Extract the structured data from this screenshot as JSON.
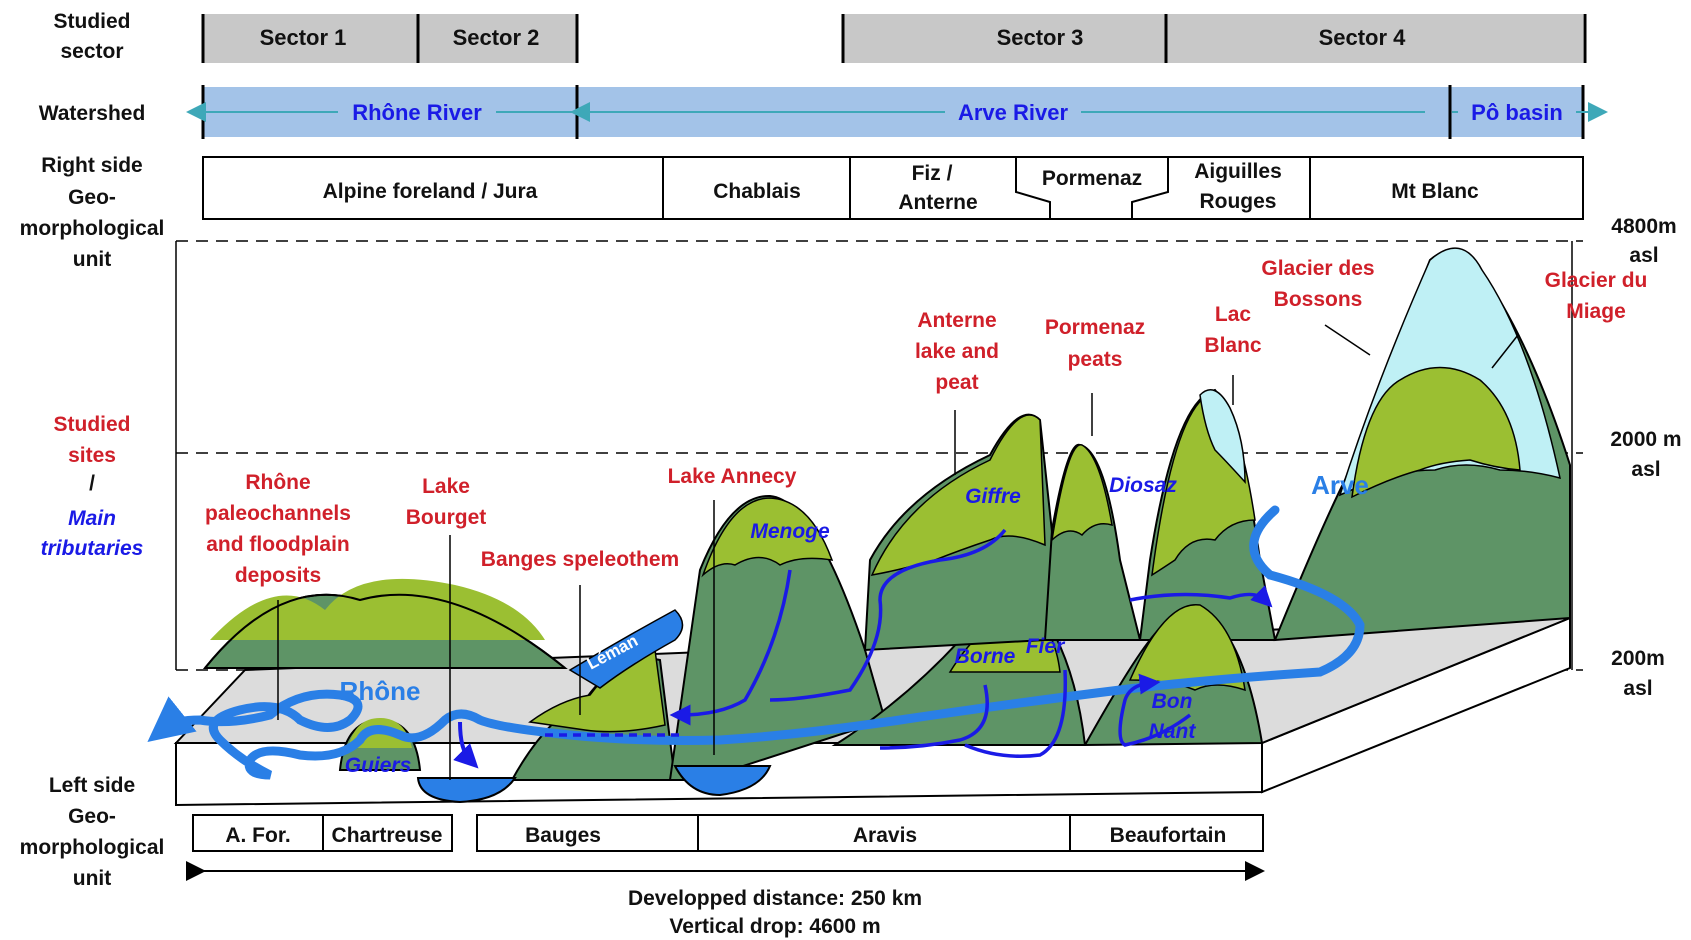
{
  "row_labels": {
    "studied_sector": [
      "Studied",
      "sector"
    ],
    "watershed": "Watershed",
    "right_side": [
      "Right side",
      "Geo-",
      "morphological",
      "unit"
    ],
    "studied_sites": [
      "Studied",
      "sites",
      "/"
    ],
    "main_tributaries": [
      "Main",
      "tributaries"
    ],
    "left_side": [
      "Left side",
      "Geo-",
      "morphological",
      "unit"
    ]
  },
  "sectors": [
    "Sector 1",
    "Sector 2",
    "Sector 3",
    "Sector 4"
  ],
  "watersheds": [
    "Rhône River",
    "Arve River",
    "Pô basin"
  ],
  "right_units": [
    "Alpine foreland / Jura",
    "Chablais",
    "Fiz /",
    "Anterne",
    "Pormenaz",
    "Aiguilles",
    "Rouges",
    "Mt Blanc"
  ],
  "left_units": [
    "A. For.",
    "Chartreuse",
    "Bauges",
    "Aravis",
    "Beaufortain"
  ],
  "altitudes": {
    "top": [
      "4800m",
      "asl"
    ],
    "mid": [
      "2000 m",
      "asl"
    ],
    "bottom": [
      "200m",
      "asl"
    ]
  },
  "sites": {
    "rhone_paleo": [
      "Rhône",
      "paleochannels",
      "and floodplain",
      "deposits"
    ],
    "bourget": [
      "Lake",
      "Bourget"
    ],
    "banges": "Banges speleothem",
    "annecy": "Lake Annecy",
    "anterne": [
      "Anterne",
      "lake and",
      "peat"
    ],
    "pormenaz": [
      "Pormenaz",
      "peats"
    ],
    "lac_blanc": [
      "Lac",
      "Blanc"
    ],
    "bossons": [
      "Glacier des",
      "Bossons"
    ],
    "miage": [
      "Glacier du",
      "Miage"
    ]
  },
  "rivers": {
    "rhone": "Rhône",
    "arve": "Arve",
    "guiers": "Guiers",
    "menoge": "Menoge",
    "giffre": "Giffre",
    "diosaz": "Diosaz",
    "borne": "Borne",
    "fier": "Fier",
    "bon_nant": [
      "Bon",
      "Nant"
    ],
    "leman": "Léman"
  },
  "footer": {
    "distance": "Developped distance: 250 km",
    "drop": "Vertical drop: 4600 m"
  },
  "colors": {
    "sector_gray": "#c8c8c8",
    "watershed_blue": "#a3c3e8",
    "mountain_dark": "#5e9466",
    "mountain_light": "#9bbf32",
    "glacier": "#bff0f5",
    "valley_floor": "#dcdcdc",
    "river": "#1a1ae6",
    "river_light": "#2a7fe6",
    "site_red": "#d0202a",
    "arrow_teal": "#3ea8b8"
  }
}
